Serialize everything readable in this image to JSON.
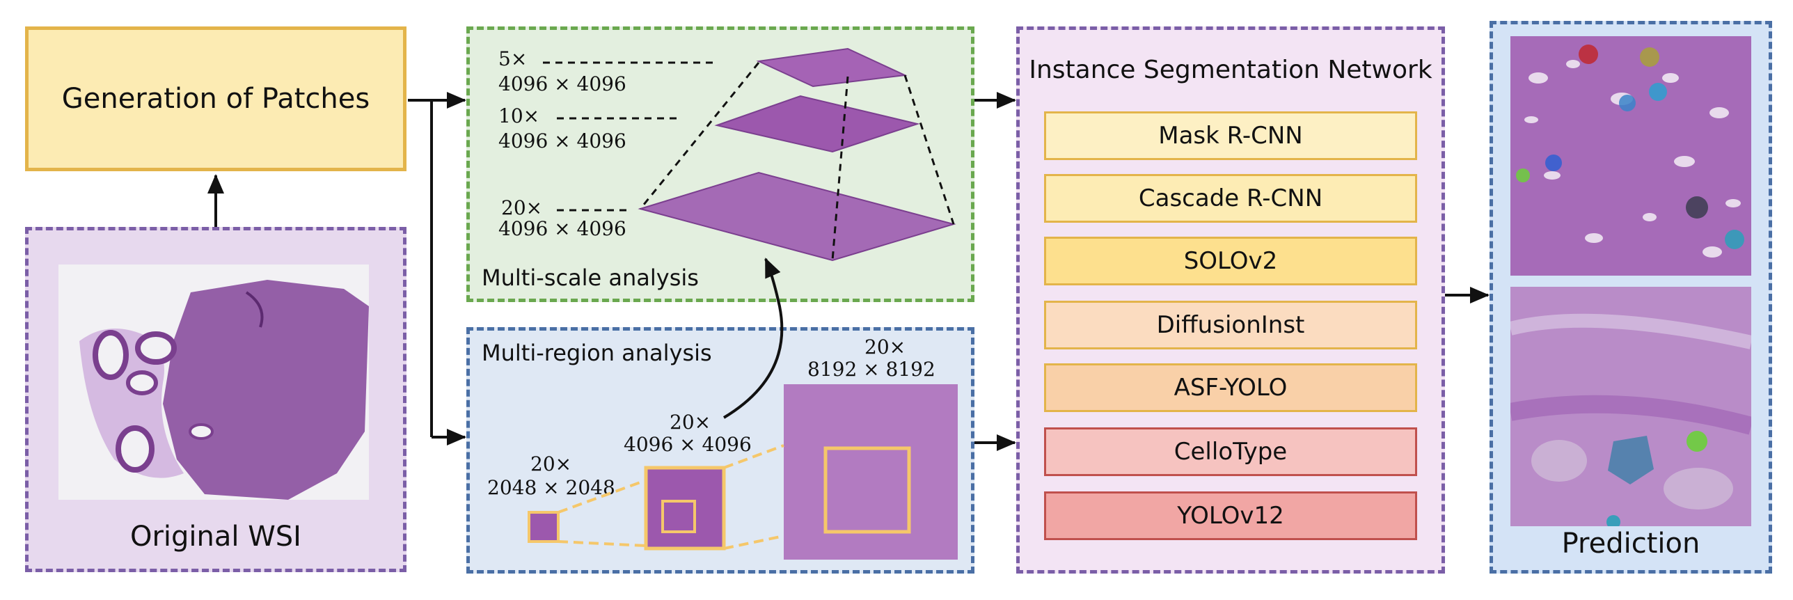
{
  "patches_title": "Generation of Patches",
  "original_wsi": "Original WSI",
  "multi_scale": {
    "title": "Multi-scale analysis",
    "scales": [
      {
        "mag": "5×",
        "size": "4096 × 4096"
      },
      {
        "mag": "10×",
        "size": "4096 × 4096"
      },
      {
        "mag": "20×",
        "size": "4096 × 4096"
      }
    ]
  },
  "multi_region": {
    "title": "Multi-region analysis",
    "regions": [
      {
        "mag": "20×",
        "size": "2048 × 2048"
      },
      {
        "mag": "20×",
        "size": "4096 × 4096"
      },
      {
        "mag": "20×",
        "size": "8192 × 8192"
      }
    ]
  },
  "network": {
    "title": "Instance Segmentation Network",
    "models": [
      "Mask R-CNN",
      "Cascade R-CNN",
      "SOLOv2",
      "DiffusionInst",
      "ASF-YOLO",
      "CelloType",
      "YOLOv12"
    ]
  },
  "prediction": "Prediction",
  "colors": {
    "purple_dash": "#7b5ea7",
    "green_dash": "#6aa84f",
    "blue_dash": "#4a6fa5",
    "yellow_border": "#e3b44a",
    "tissue": "#8a4f9e"
  }
}
